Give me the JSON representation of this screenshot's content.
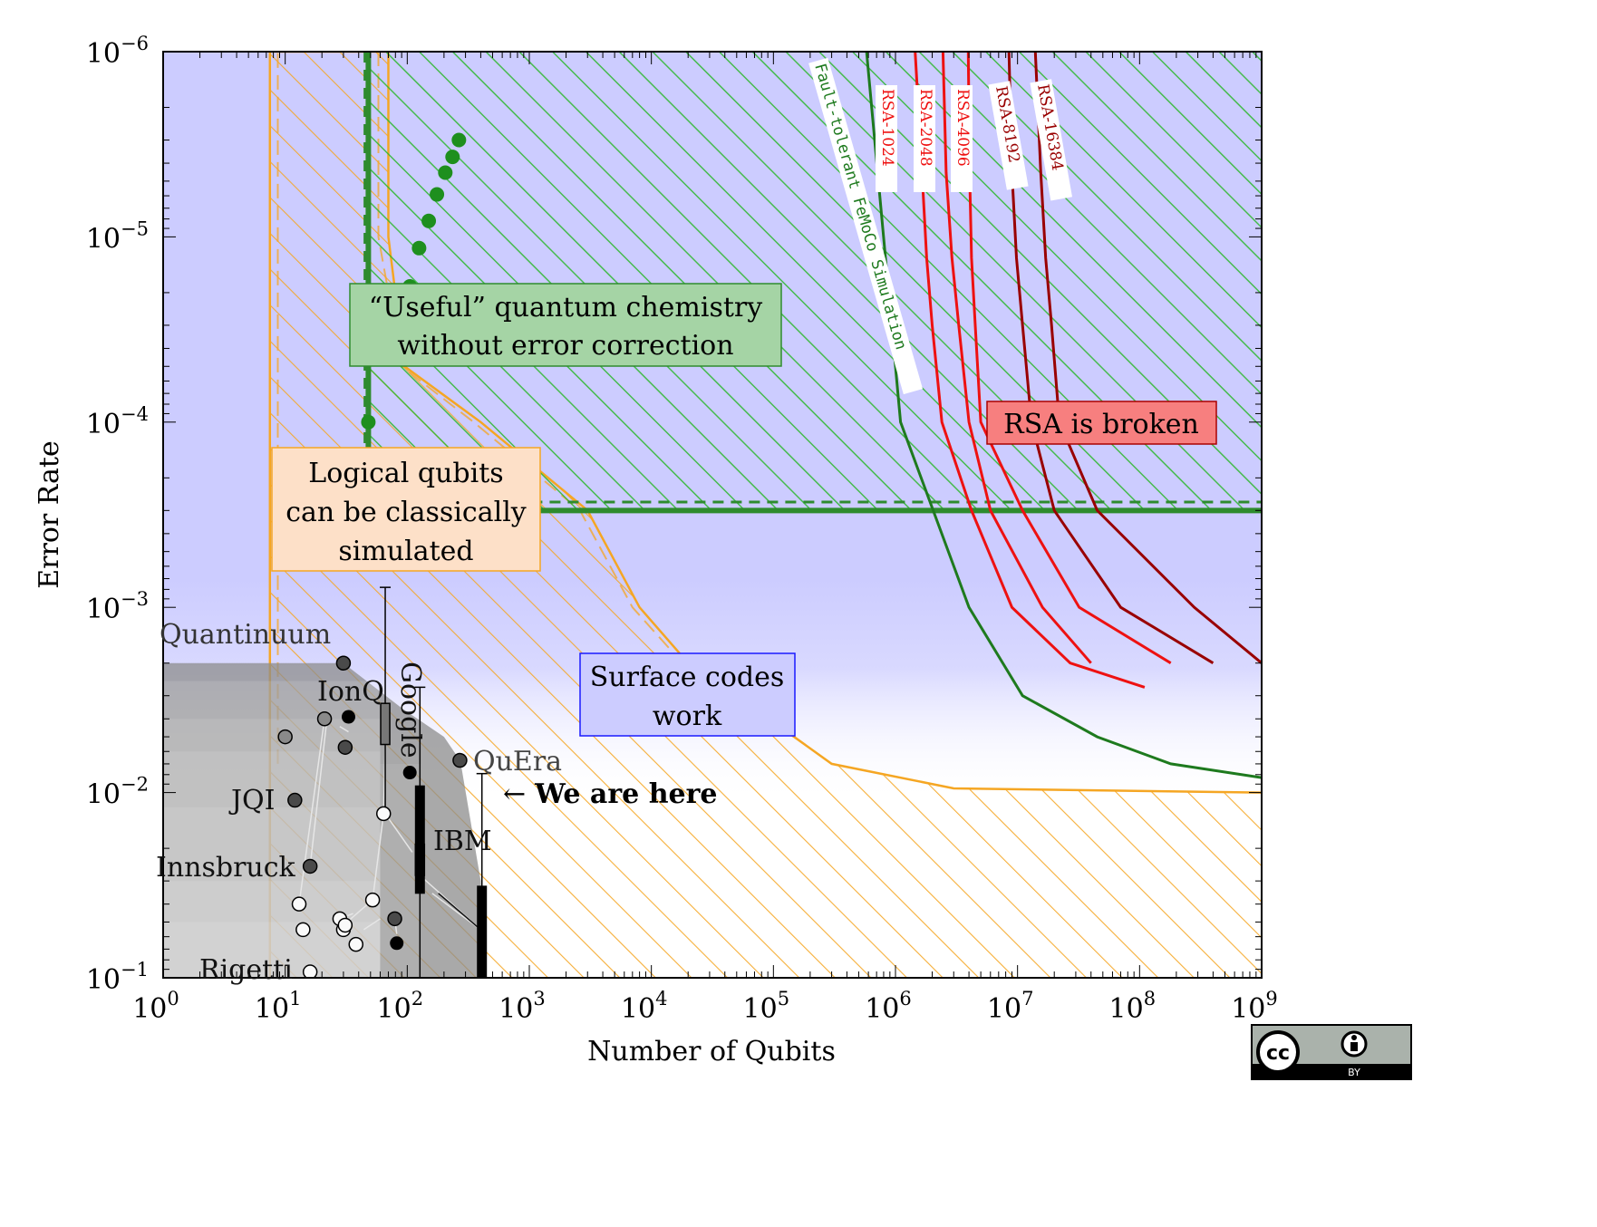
{
  "chart_data": {
    "type": "scatter",
    "xlabel": "Number of Qubits",
    "ylabel": "Error Rate",
    "x_scale": "log",
    "y_scale": "log",
    "y_reversed": true,
    "xlim": [
      1,
      1000000000
    ],
    "ylim": [
      1e-06,
      0.1
    ],
    "x_ticks": [
      {
        "value": 1,
        "base": "10",
        "exp": "0"
      },
      {
        "value": 10,
        "base": "10",
        "exp": "1"
      },
      {
        "value": 100,
        "base": "10",
        "exp": "2"
      },
      {
        "value": 1000,
        "base": "10",
        "exp": "3"
      },
      {
        "value": 10000,
        "base": "10",
        "exp": "4"
      },
      {
        "value": 100000,
        "base": "10",
        "exp": "5"
      },
      {
        "value": 1000000,
        "base": "10",
        "exp": "6"
      },
      {
        "value": 10000000,
        "base": "10",
        "exp": "7"
      },
      {
        "value": 100000000,
        "base": "10",
        "exp": "8"
      },
      {
        "value": 1000000000,
        "base": "10",
        "exp": "9"
      }
    ],
    "y_ticks": [
      {
        "value": 1e-06,
        "base": "10",
        "exp": "−6"
      },
      {
        "value": 1e-05,
        "base": "10",
        "exp": "−5"
      },
      {
        "value": 0.0001,
        "base": "10",
        "exp": "−4"
      },
      {
        "value": 0.001,
        "base": "10",
        "exp": "−3"
      },
      {
        "value": 0.01,
        "base": "10",
        "exp": "−2"
      },
      {
        "value": 0.1,
        "base": "10",
        "exp": "−1"
      }
    ],
    "colors": {
      "blue_fill": "#ccccff",
      "orange": "#f5a623",
      "green": "#2e8b2e",
      "dark_green": "#1e6f1e",
      "red": "#ee1111",
      "dark_red": "#990000",
      "gray_region": "#8c8c8c"
    },
    "regions": [
      {
        "name": "Surface codes work",
        "label_lines": [
          "Surface codes",
          "work"
        ],
        "color": "#ccccff"
      },
      {
        "name": "Logical qubits can be classically simulated",
        "label_lines": [
          "Logical qubits",
          "can be classically",
          "simulated"
        ],
        "color": "#f5a623"
      },
      {
        "name": "“Useful” quantum chemistry without error correction",
        "label_lines": [
          "“Useful” quantum chemistry",
          "without error correction"
        ],
        "color": "#2e8b2e"
      },
      {
        "name": "RSA is broken",
        "label_lines": [
          "RSA is broken"
        ],
        "color": "#ff7777"
      }
    ],
    "chem_dots": [
      {
        "x": 48,
        "y": 0.0001
      },
      {
        "x": 105,
        "y": 1.85e-05
      },
      {
        "x": 125,
        "y": 1.15e-05
      },
      {
        "x": 150,
        "y": 8.2e-06
      },
      {
        "x": 175,
        "y": 5.9e-06
      },
      {
        "x": 205,
        "y": 4.5e-06
      },
      {
        "x": 235,
        "y": 3.7e-06
      },
      {
        "x": 265,
        "y": 3e-06
      }
    ],
    "threshold_lines": [
      {
        "style": "solid",
        "y": 0.0003
      },
      {
        "style": "dashed",
        "y": 0.00027
      }
    ],
    "resource_curves": [
      {
        "name": "Fault-tolerant FeMoCo Simulation",
        "color": "#1e7a1e",
        "points": [
          [
            580000,
            1e-06
          ],
          [
            1100000,
            0.0001
          ],
          [
            4000000,
            0.001
          ],
          [
            11000000,
            0.003
          ],
          [
            45000000,
            0.005
          ],
          [
            180000000,
            0.007
          ],
          [
            1000000000,
            0.0083
          ]
        ]
      },
      {
        "name": "RSA-1024",
        "color": "#ee1111",
        "points": [
          [
            1450000,
            1e-06
          ],
          [
            1650000,
            4.5e-06
          ],
          [
            1800000,
            1.3e-05
          ],
          [
            2000000,
            3e-05
          ],
          [
            2400000,
            0.0001
          ],
          [
            4200000,
            0.0003
          ],
          [
            9000000,
            0.001
          ],
          [
            27000000,
            0.002
          ],
          [
            110000000,
            0.0027
          ]
        ]
      },
      {
        "name": "RSA-2048",
        "color": "#ee1111",
        "points": [
          [
            2450000,
            1e-06
          ],
          [
            2600000,
            4.5e-06
          ],
          [
            2900000,
            1.3e-05
          ],
          [
            3300000,
            3e-05
          ],
          [
            4000000,
            0.0001
          ],
          [
            6000000,
            0.0003
          ],
          [
            16000000,
            0.001
          ],
          [
            40000000,
            0.002
          ]
        ]
      },
      {
        "name": "RSA-4096",
        "color": "#ee1111",
        "points": [
          [
            3950000,
            1e-06
          ],
          [
            4050000,
            4.5e-06
          ],
          [
            4200000,
            1.3e-05
          ],
          [
            4500000,
            3e-05
          ],
          [
            5000000,
            0.0001
          ],
          [
            11000000,
            0.0003
          ],
          [
            32000000,
            0.001
          ],
          [
            180000000,
            0.002
          ]
        ]
      },
      {
        "name": "RSA-8192",
        "color": "#990000",
        "points": [
          [
            8500000,
            1e-06
          ],
          [
            9000000,
            4.5e-06
          ],
          [
            9800000,
            1.3e-05
          ],
          [
            11000000,
            3e-05
          ],
          [
            13000000,
            0.0001
          ],
          [
            20000000,
            0.0003
          ],
          [
            70000000,
            0.001
          ],
          [
            400000000,
            0.002
          ]
        ]
      },
      {
        "name": "RSA-16384",
        "color": "#990000",
        "points": [
          [
            14000000,
            1e-06
          ],
          [
            15500000,
            4.5e-06
          ],
          [
            17000000,
            1.3e-05
          ],
          [
            19000000,
            3e-05
          ],
          [
            22000000,
            0.0001
          ],
          [
            45000000,
            0.0003
          ],
          [
            280000000,
            0.001
          ],
          [
            1000000000,
            0.002
          ]
        ]
      }
    ],
    "hardware": {
      "labels": [
        "Quantinuum",
        "IonQ",
        "Google",
        "QuEra",
        "JQI",
        "IBM",
        "Innsbruck",
        "Rigetti"
      ],
      "dots_black": [
        {
          "x": 33,
          "y": 0.0039
        },
        {
          "x": 105,
          "y": 0.0078
        },
        {
          "x": 82,
          "y": 0.065
        }
      ],
      "dots_dark": [
        {
          "x": 30,
          "y": 0.002
        },
        {
          "x": 31,
          "y": 0.0057
        },
        {
          "x": 270,
          "y": 0.0067
        },
        {
          "x": 12,
          "y": 0.011
        },
        {
          "x": 16,
          "y": 0.025
        },
        {
          "x": 79,
          "y": 0.048
        }
      ],
      "dots_gray": [
        {
          "x": 10,
          "y": 0.005
        },
        {
          "x": 21,
          "y": 0.004
        }
      ],
      "dots_open": [
        {
          "x": 13,
          "y": 0.04
        },
        {
          "x": 14,
          "y": 0.055
        },
        {
          "x": 28,
          "y": 0.048
        },
        {
          "x": 30,
          "y": 0.055
        },
        {
          "x": 31,
          "y": 0.052
        },
        {
          "x": 38,
          "y": 0.066
        },
        {
          "x": 52,
          "y": 0.038
        },
        {
          "x": 64,
          "y": 0.013
        },
        {
          "x": 16,
          "y": 0.093
        }
      ],
      "bars_black": [
        {
          "x": 127,
          "ymin": 0.0092,
          "ymax": 0.035
        },
        {
          "x": 409,
          "ymin": 0.032,
          "ymax": 0.1
        }
      ],
      "bars_gray": [
        {
          "x": 66,
          "ymin": 0.0033,
          "ymax": 0.0055
        },
        {
          "x": 127,
          "ymin": 0.019,
          "ymax": 0.028
        }
      ],
      "error_bars": [
        {
          "x": 66,
          "ymin": 0.00078,
          "ymax": 0.013
        },
        {
          "x": 127,
          "ymin": 0.0027,
          "ymax": 0.1
        },
        {
          "x": 409,
          "ymin": 0.0079,
          "ymax": 0.1
        }
      ]
    },
    "annotation": {
      "arrow": "←",
      "text": "We are here"
    }
  },
  "license": {
    "text": "BY"
  }
}
